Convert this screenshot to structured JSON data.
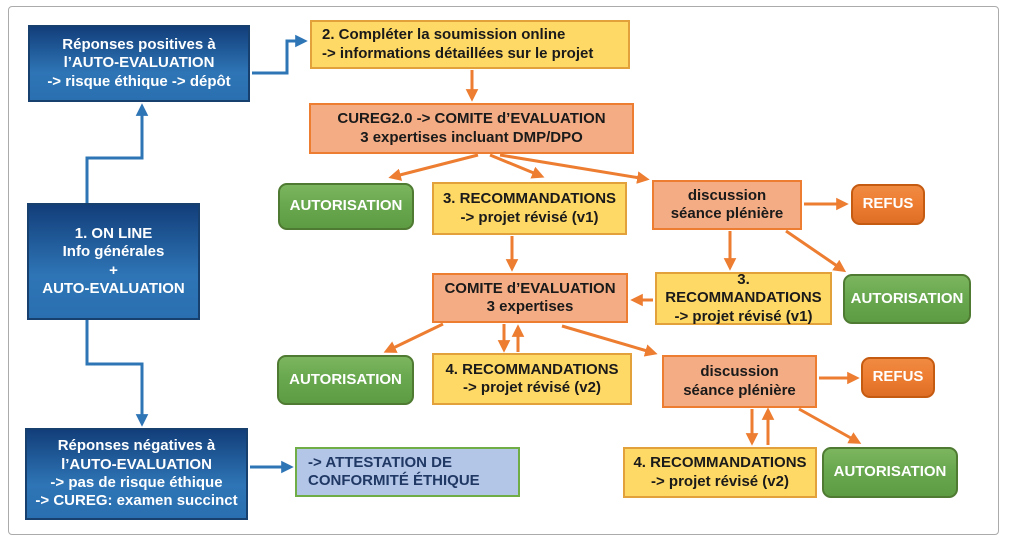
{
  "colors": {
    "blue_dark": "#123E7A",
    "blue_mid": "#2E75B6",
    "blue_border": "#17406E",
    "yellow_fill": "#FFD966",
    "yellow_border": "#E3A13C",
    "salmon_fill": "#F4AC84",
    "salmon_border": "#ED7D31",
    "green_fill": "#69A84F",
    "green_border": "#4E7A31",
    "orange_fill": "#ED7D31",
    "orange_border": "#C55A11",
    "attest_fill": "#B4C6E7",
    "attest_border": "#70AD47",
    "attest_text": "#1F3864",
    "arrow_orange": "#ED7D31",
    "arrow_blue": "#2E75B6",
    "frame_border": "#ABABAB"
  },
  "nodes": {
    "responses_positive": {
      "lines": [
        "Réponses positives à",
        "l’AUTO-EVALUATION",
        "-> risque éthique -> dépôt"
      ]
    },
    "submission_online": {
      "lines": [
        "2. Compléter la soumission online",
        "-> informations détaillées sur le projet"
      ]
    },
    "cureg_committee": {
      "lines": [
        "CUREG2.0 -> COMITE d’EVALUATION",
        "3 expertises incluant DMP/DPO"
      ]
    },
    "online_info": {
      "lines": [
        "1. ON LINE",
        "Info générales",
        "+",
        "AUTO-EVALUATION"
      ]
    },
    "autorisation": {
      "label": "AUTORISATION"
    },
    "refus": {
      "label": "REFUS"
    },
    "recommandations_v1": {
      "lines": [
        "3. RECOMMANDATIONS",
        "-> projet révisé (v1)"
      ]
    },
    "discussion": {
      "lines": [
        "discussion",
        "séance plénière"
      ]
    },
    "comite_evaluation": {
      "lines": [
        "COMITE d’EVALUATION",
        "3 expertises"
      ]
    },
    "recommandations_v2": {
      "lines": [
        "4. RECOMMANDATIONS",
        "-> projet révisé (v2)"
      ]
    },
    "responses_negative": {
      "lines": [
        "Réponses négatives à",
        "l’AUTO-EVALUATION",
        "-> pas de risque éthique",
        "-> CUREG: examen succinct"
      ]
    },
    "attestation": {
      "lines": [
        "-> ATTESTATION DE",
        "CONFORMITÉ ÉTHIQUE"
      ]
    }
  }
}
